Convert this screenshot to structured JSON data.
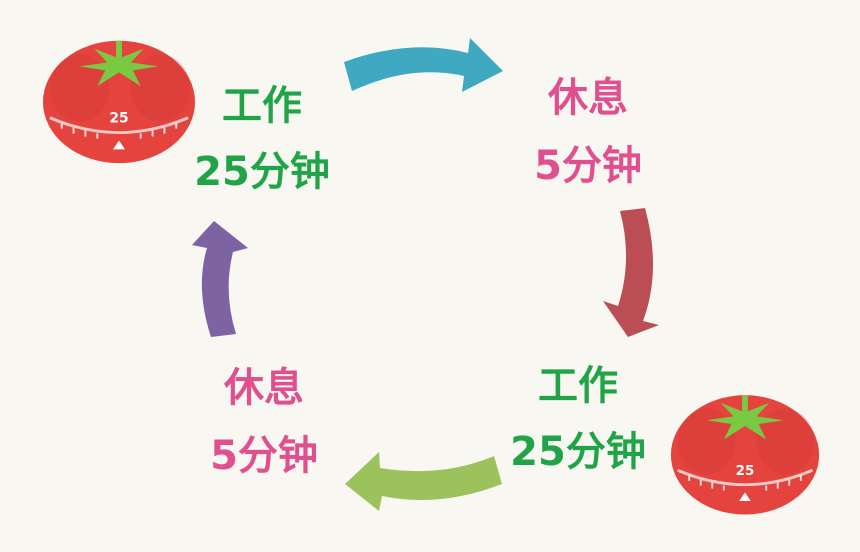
{
  "steps": [
    {
      "id": "work-top",
      "line1": "工作",
      "line2": "25分钟",
      "kind": "work"
    },
    {
      "id": "rest-top",
      "line1": "休息",
      "line2": "5分钟",
      "kind": "rest"
    },
    {
      "id": "work-bottom",
      "line1": "工作",
      "line2": "25分钟",
      "kind": "work"
    },
    {
      "id": "rest-bottom",
      "line1": "休息",
      "line2": "5分钟",
      "kind": "rest"
    }
  ],
  "timer": {
    "dial_number": "25"
  },
  "colors": {
    "work": "#21a448",
    "rest": "#e0508e",
    "arrow_top": "#3ea9c1",
    "arrow_right": "#bb4e55",
    "arrow_bottom": "#9bc25c",
    "arrow_left": "#7e63a3",
    "tomato": "#e5433e",
    "tomato_dark": "#c93330",
    "leaf": "#7ac943"
  }
}
